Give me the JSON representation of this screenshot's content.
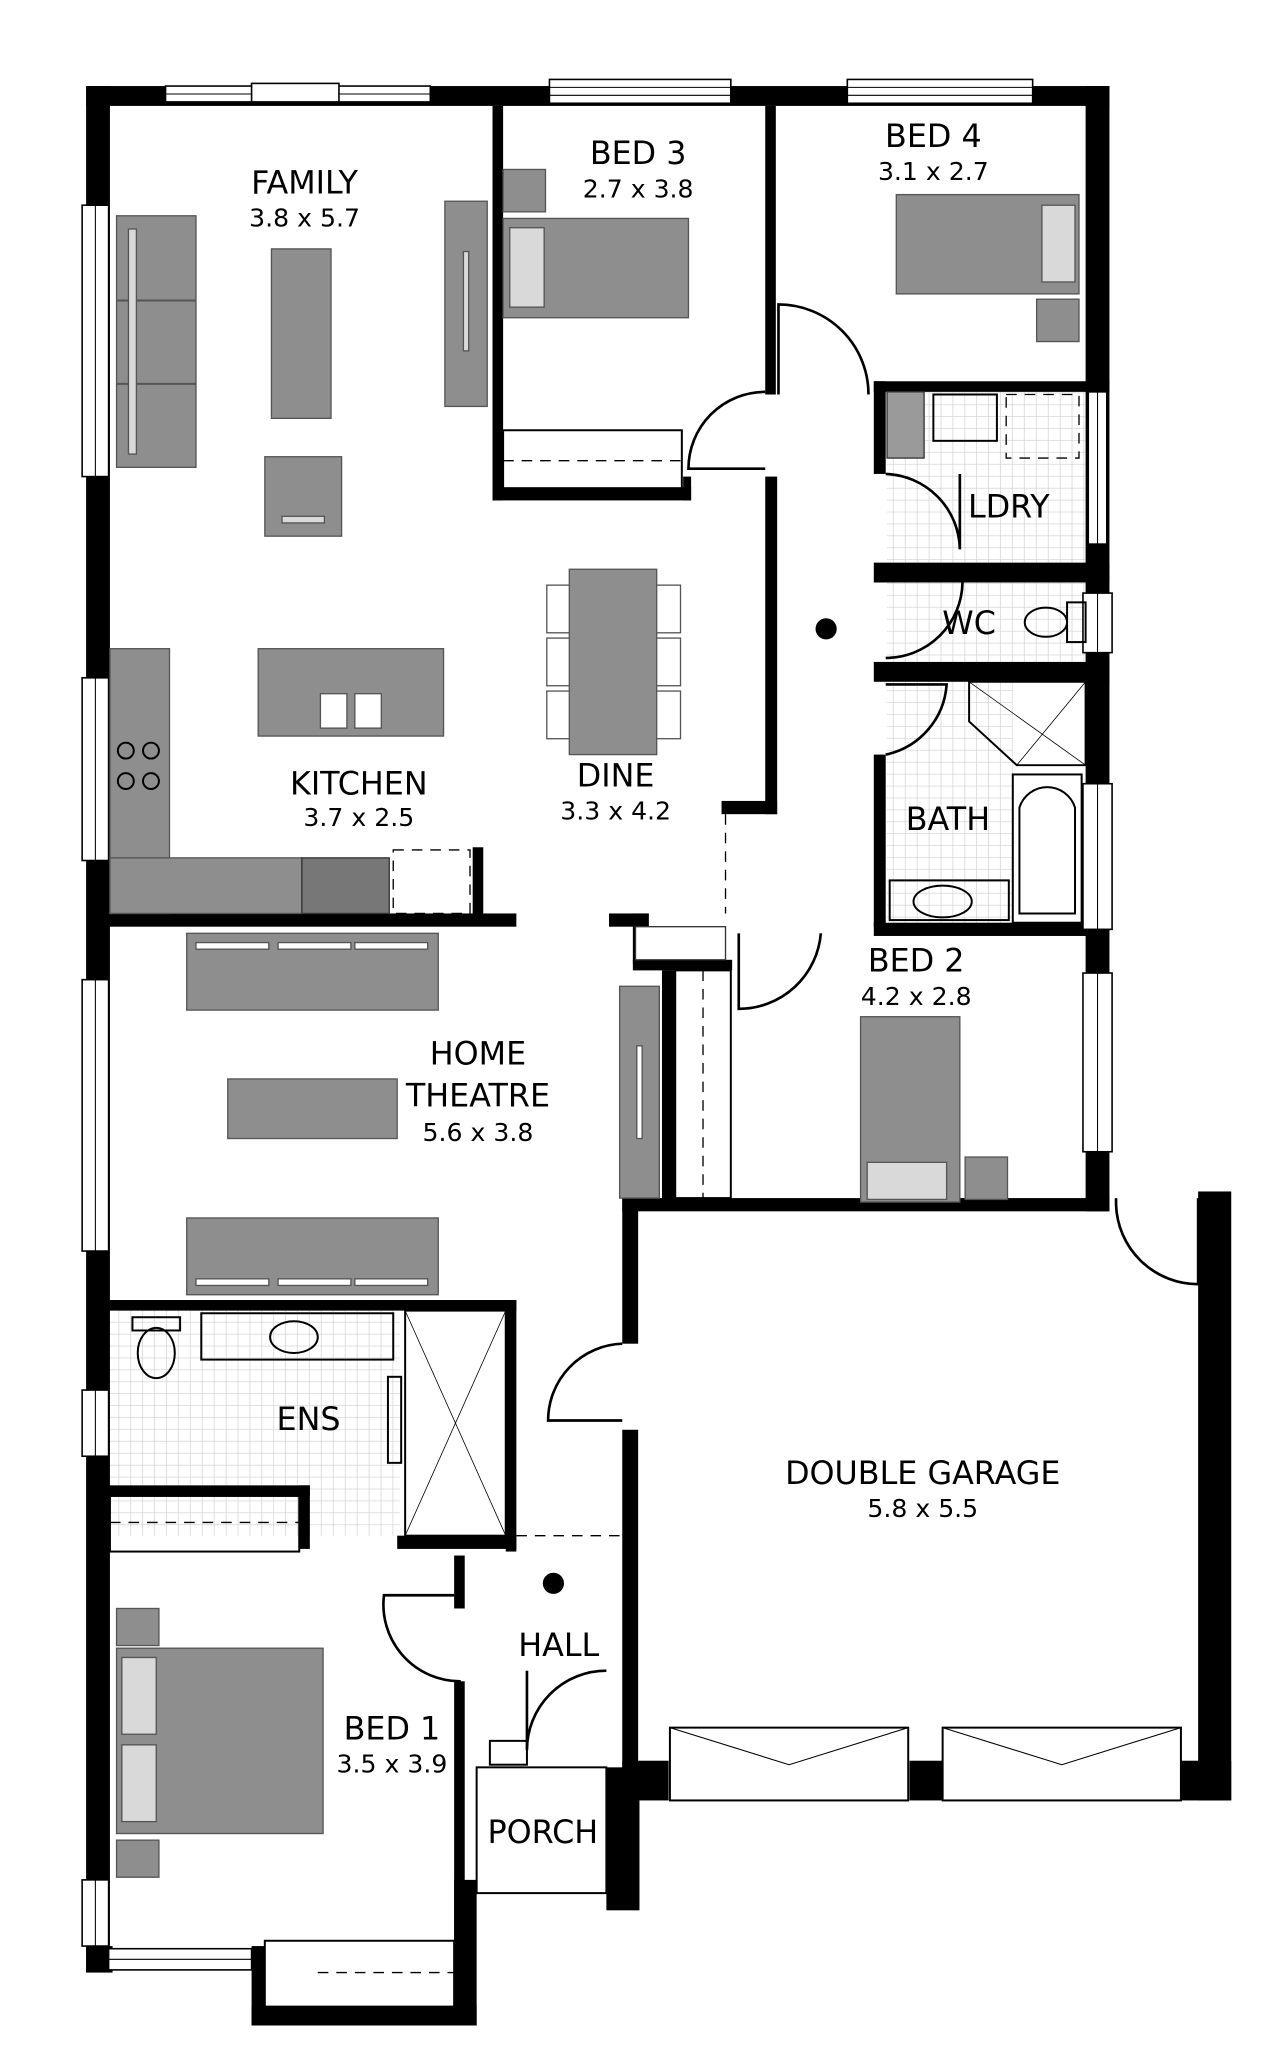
{
  "plan": {
    "rooms": {
      "family": {
        "name": "FAMILY",
        "size": "3.8 x 5.7"
      },
      "bed3": {
        "name": "BED 3",
        "size": "2.7 x 3.8"
      },
      "bed4": {
        "name": "BED 4",
        "size": "3.1 x 2.7"
      },
      "ldry": {
        "name": "LDRY"
      },
      "wc": {
        "name": "WC"
      },
      "bath": {
        "name": "BATH"
      },
      "kitchen": {
        "name": "KITCHEN",
        "size": "3.7 x 2.5"
      },
      "dine": {
        "name": "DINE",
        "size": "3.3 x 4.2"
      },
      "bed2": {
        "name": "BED 2",
        "size": "4.2 x 2.8"
      },
      "theatre": {
        "name_line1": "HOME",
        "name_line2": "THEATRE",
        "size": "5.6 x 3.8"
      },
      "ens": {
        "name": "ENS"
      },
      "garage": {
        "name": "DOUBLE GARAGE",
        "size": "5.8 x 5.5"
      },
      "hall": {
        "name": "HALL"
      },
      "bed1": {
        "name": "BED 1",
        "size": "3.5 x 3.9"
      },
      "porch": {
        "name": "PORCH"
      }
    }
  }
}
